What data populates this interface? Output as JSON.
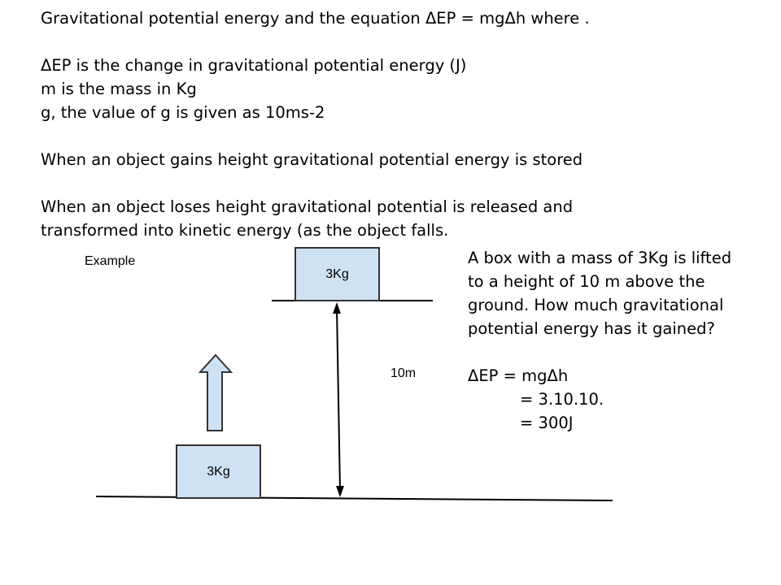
{
  "intro": {
    "title": "Gravitational potential energy and the equation ΔEP = mgΔh where .",
    "definitions": [
      "ΔEP is the change in gravitational potential energy (J)",
      "m is the mass in Kg",
      "g, the value of g is given as 10ms-2"
    ],
    "gain_statement": "When an object gains height gravitational potential energy is stored",
    "loss_statement_line1": "When an object loses height gravitational potential is released and",
    "loss_statement_line2": "transformed into kinetic energy (as the object falls."
  },
  "diagram": {
    "example_label": "Example",
    "top_box_label": "3Kg",
    "bottom_box_label": "3Kg",
    "height_label": "10m",
    "box_color": "#cfe2f3"
  },
  "worked_example": {
    "question_lines": [
      "A box with a mass of 3Kg is lifted",
      "to a height of 10 m above the",
      "ground. How much gravitational",
      "potential energy has it gained?"
    ],
    "equation": "ΔEP = mgΔh",
    "substitution": "= 3.10.10.",
    "answer": "= 300J"
  }
}
